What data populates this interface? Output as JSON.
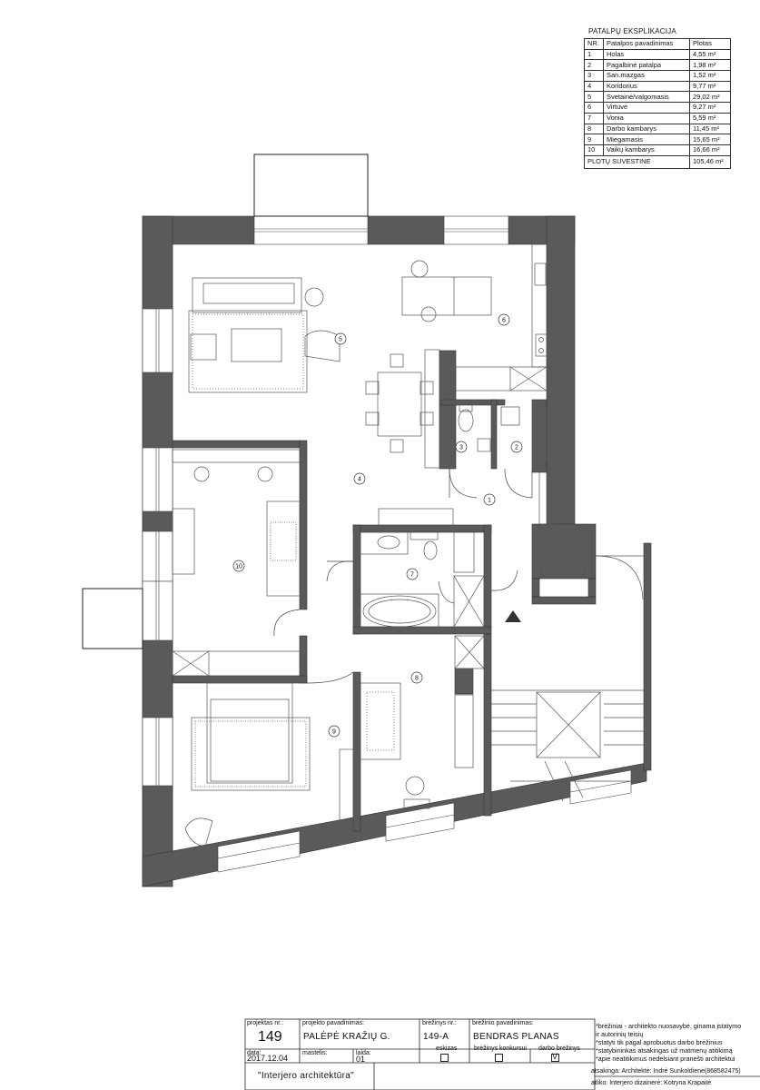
{
  "explication": {
    "title": "PATALPŲ EKSPLIKACIJA",
    "headers": [
      "NR.",
      "Patalpos pavadinimas",
      "Plotas"
    ],
    "rows": [
      {
        "nr": "1",
        "name": "Holas",
        "area": "4,55 m²"
      },
      {
        "nr": "2",
        "name": "Pagalbinė patalpa",
        "area": "1,98 m²"
      },
      {
        "nr": "3",
        "name": "San.mazgas",
        "area": "1,52 m²"
      },
      {
        "nr": "4",
        "name": "Koridorius",
        "area": "9,77 m²"
      },
      {
        "nr": "5",
        "name": "Svetainė/valgomasis",
        "area": "29,02 m²"
      },
      {
        "nr": "6",
        "name": "Virtuvė",
        "area": "9,27 m²"
      },
      {
        "nr": "7",
        "name": "Vonia",
        "area": "5,59 m²"
      },
      {
        "nr": "8",
        "name": "Darbo kambarys",
        "area": "11,45 m²"
      },
      {
        "nr": "9",
        "name": "Miegamasis",
        "area": "15,65 m²"
      },
      {
        "nr": "10",
        "name": "Vaikų kambarys",
        "area": "16,66 m²"
      }
    ],
    "total_label": "PLOTŲ SUVESTINĖ",
    "total_area": "105,46 m²"
  },
  "room_labels": [
    "1",
    "2",
    "3",
    "4",
    "5",
    "6",
    "7",
    "8",
    "9",
    "10"
  ],
  "title_block": {
    "project_nr_label": "projektas nr.:",
    "project_nr": "149",
    "project_name_label": "projekto pavadinimas:",
    "project_name": "PALĖPĖ KRAŽIŲ G.",
    "drawing_nr_label": "brėžinys nr.:",
    "drawing_nr": "149-A",
    "drawing_name_label": "brėžinio pavadinimas:",
    "drawing_name": "BENDRAS PLANAS",
    "date_label": "data:",
    "date": "2017.12.04",
    "scale_label": "mastelis:",
    "scale": "",
    "sheet_label": "laida:",
    "sheet": "01",
    "sketch_label": "eskizas",
    "competition_label": "brėžinys konkursui",
    "working_label": "darbo brėžinys",
    "company": "\"Interjero architektūra\"",
    "responsible": "atsakinga:  Architektė: Indrė Sunkoldienė(868582475)",
    "executed": "atliko:  Interjero dizainerė: Kotryna Krapaitė"
  },
  "notes": [
    "*brėžiniai - architekto nuosavybė, ginama įstatymo",
    "  ir autorinių teisių",
    "*statyti tik pagal aprobuotus darbo brėžinius",
    "*statybininkas atsakingas už matmenų atitikimą",
    "*apie neatitikimus nedelsiant pranešti architektui"
  ]
}
